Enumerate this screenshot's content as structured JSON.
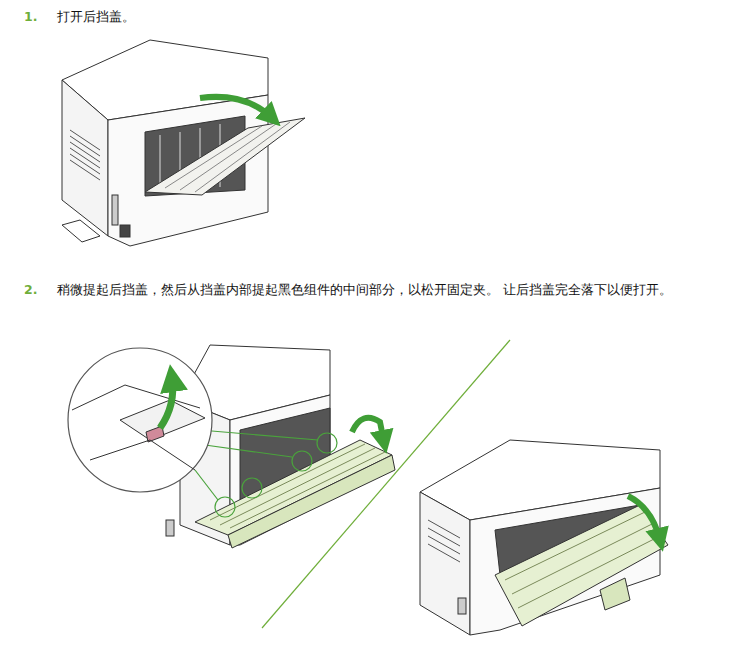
{
  "diagram": {
    "labels": [
      "1.",
      "打开后挡盖。",
      "2.",
      "稍微提起后挡盖，然后从挡盖内部提起黑色组件的中间部分，以松开固定夹。 让后挡盖完全落下以便打开。"
    ]
  }
}
